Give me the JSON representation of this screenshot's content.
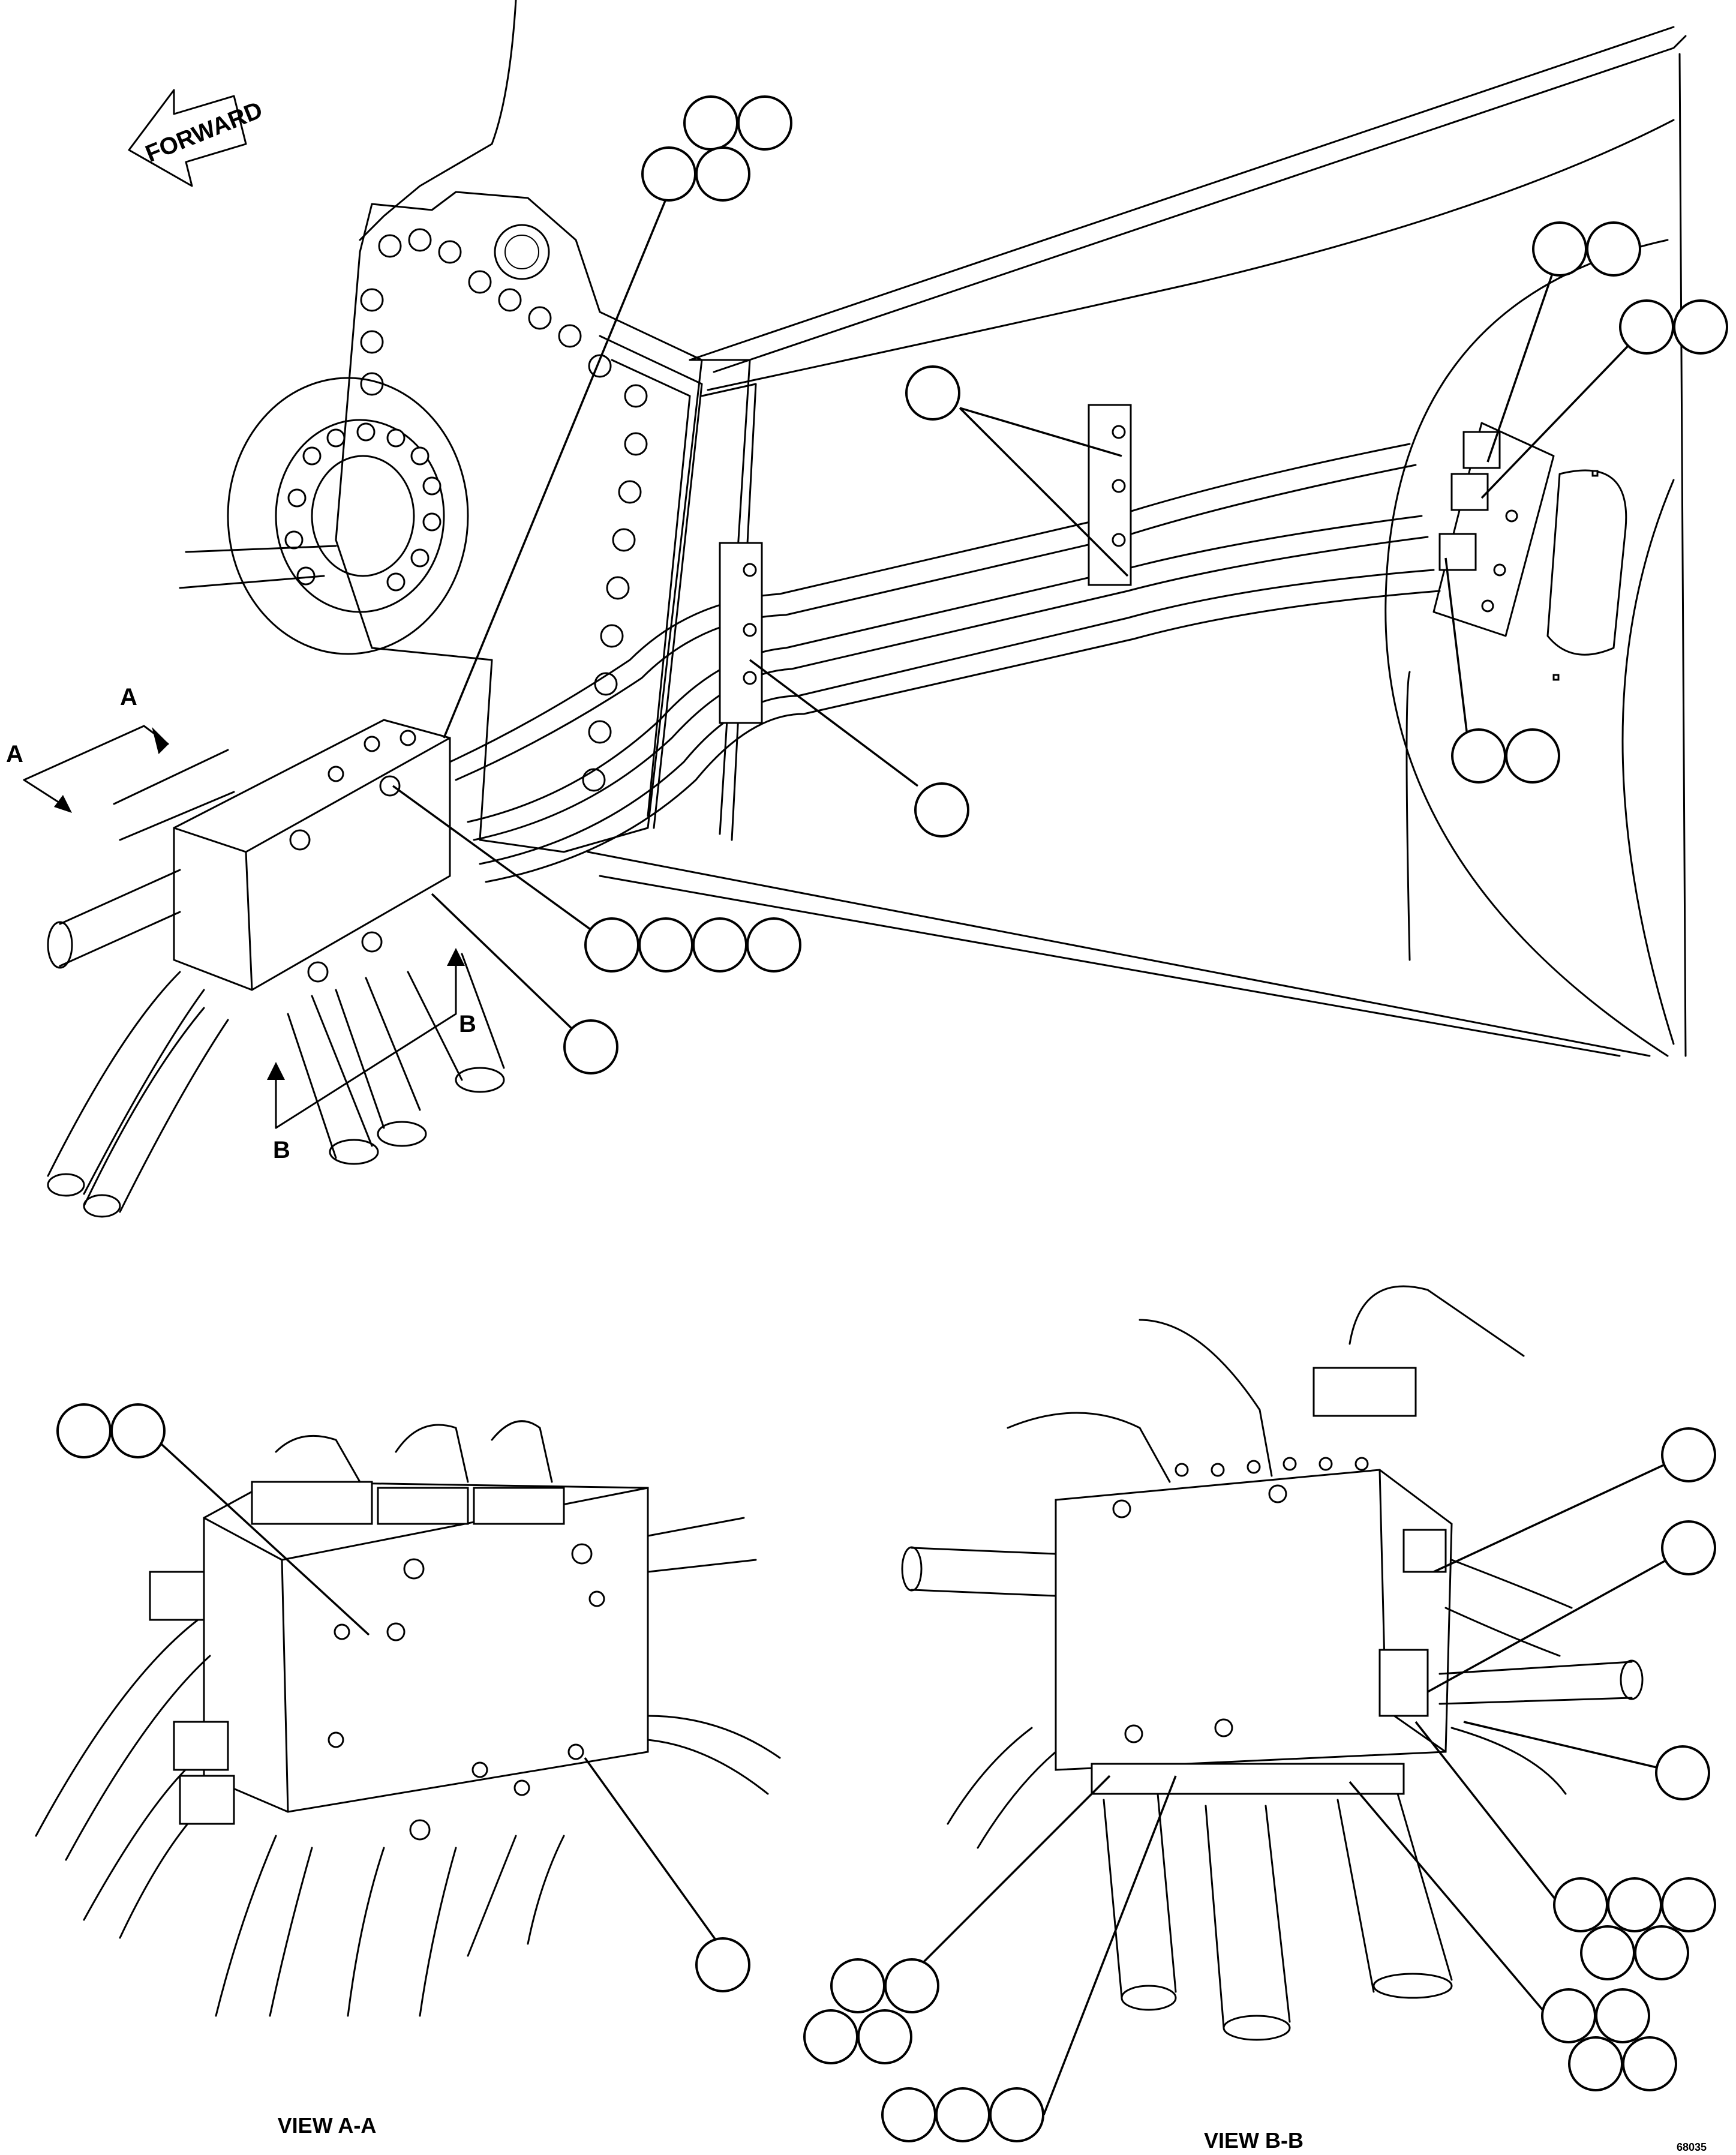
{
  "labels": {
    "forward": "FORWARD",
    "section_a": "A",
    "section_b": "B",
    "view_a": "VIEW A-A",
    "view_b": "VIEW B-B",
    "drawing_number": "68035"
  },
  "colors": {
    "ink": "#000000",
    "paper": "#ffffff"
  }
}
